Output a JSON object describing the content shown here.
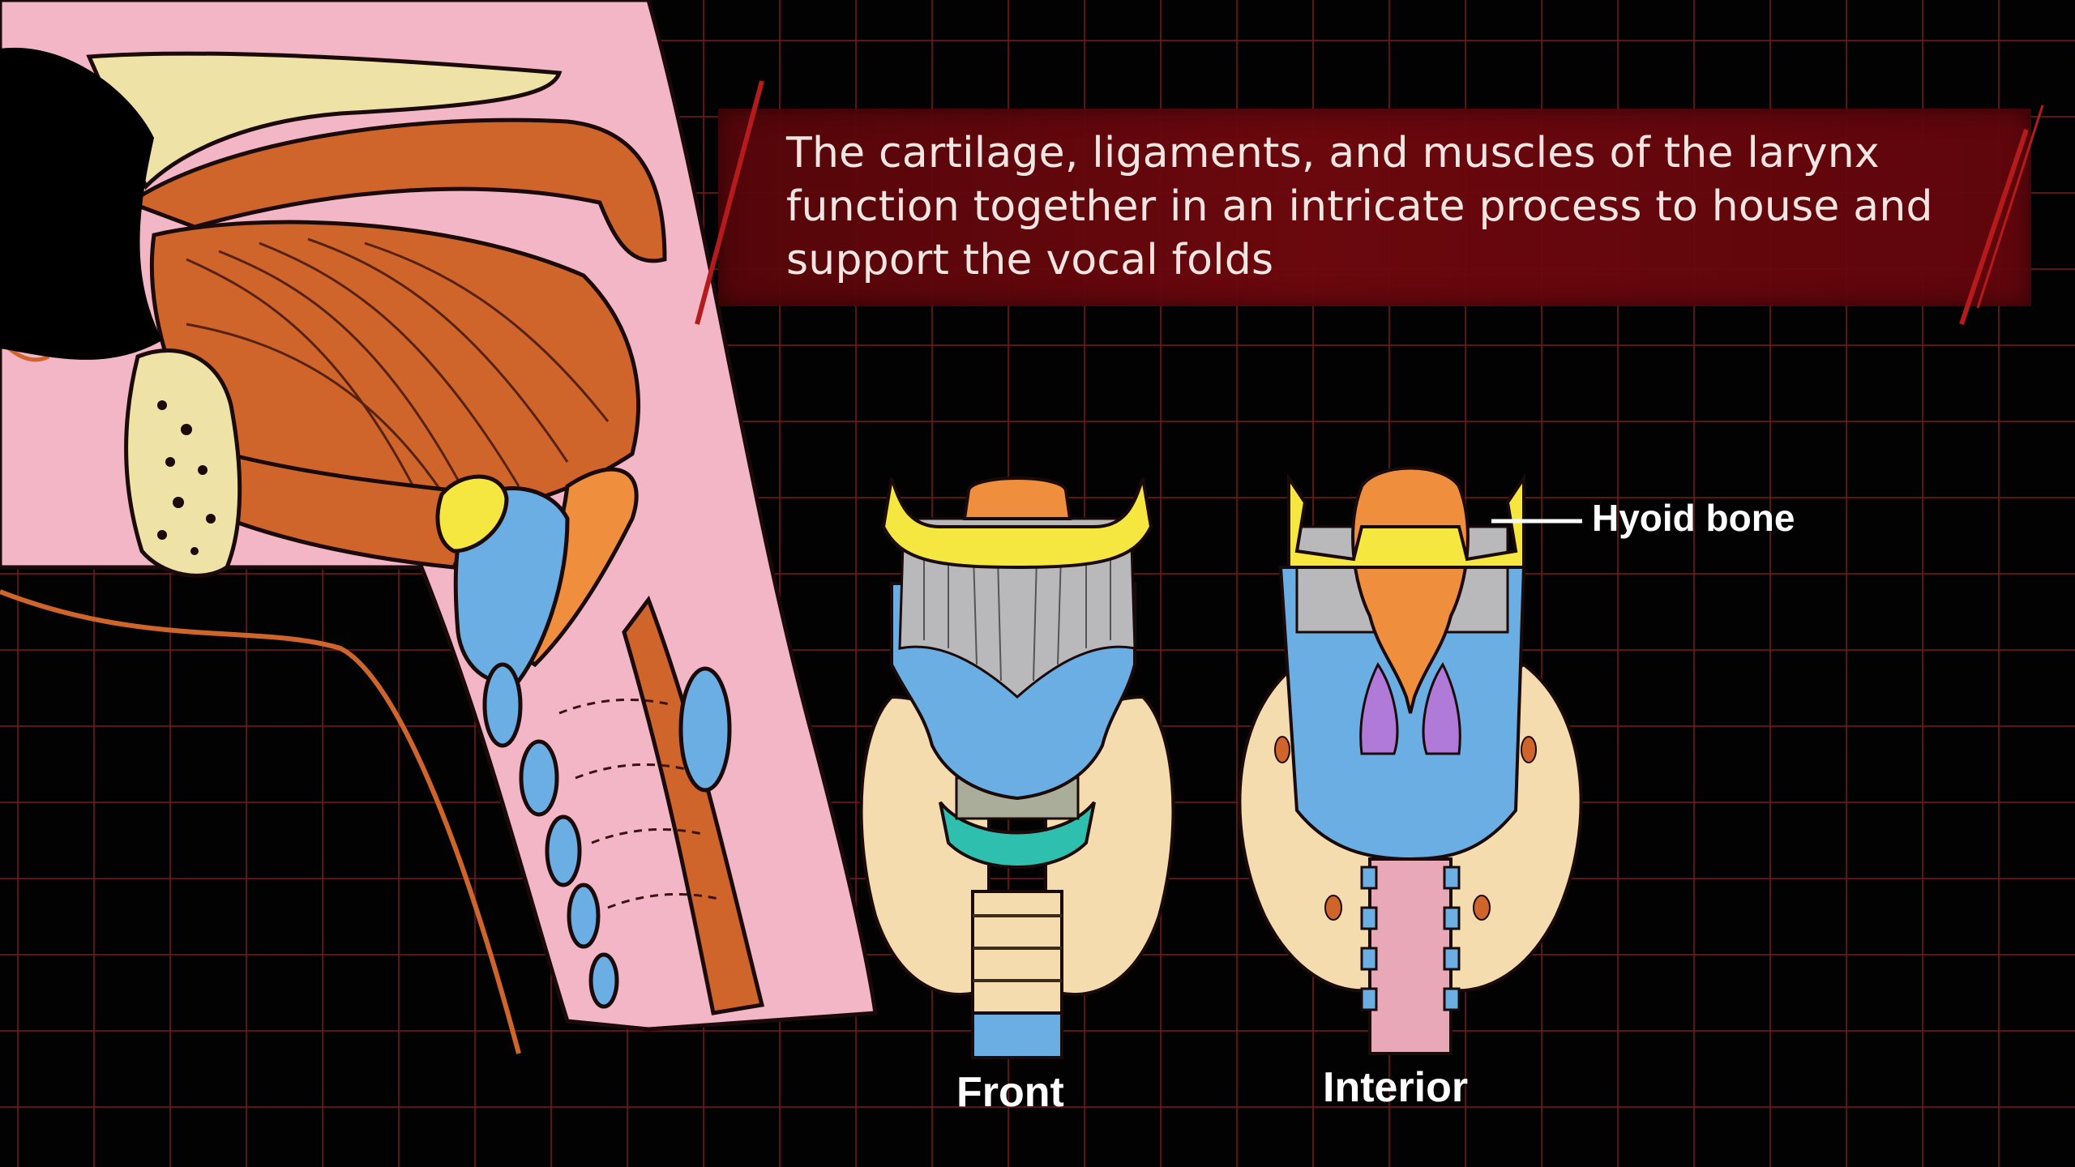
{
  "caption": {
    "text": "The cartilage, ligaments, and muscles of the larynx function together in an intricate process to house and support the vocal folds"
  },
  "labels": {
    "front": "Front",
    "interior": "Interior",
    "hyoid": "Hyoid bone"
  },
  "colors": {
    "background": "#030202",
    "grid": "#7a1a1c",
    "caption_box": "#6e080e",
    "thyroid_cartilage": "#6aaee4",
    "hyoid_bone": "#f5e640",
    "epiglottis": "#ef8f3e",
    "cricoid_cartilage": "#2fbfae",
    "thyroid_gland": "#f4dcae",
    "arytenoid": "#b07ad8",
    "mucosa": "#f2b6c6",
    "muscle": "#d0652c",
    "bone": "#efe2a6"
  }
}
